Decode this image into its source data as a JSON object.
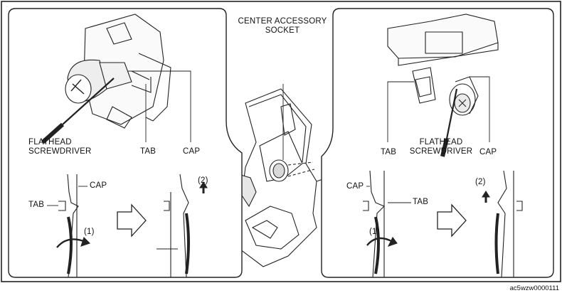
{
  "labels": {
    "center_socket_line1": "CENTER ACCESSORY",
    "center_socket_line2": "SOCKET",
    "left_flathead_line1": "FLATHEAD",
    "left_flathead_line2": "SCREWDRIVER",
    "left_tab": "TAB",
    "left_cap": "CAP",
    "left_detail_cap": "CAP",
    "left_detail_tab": "TAB",
    "left_step1": "(1)",
    "left_step2": "(2)",
    "right_tab": "TAB",
    "right_flathead_line1": "FLATHEAD",
    "right_flathead_line2": "SCREWDRIVER",
    "right_cap": "CAP",
    "right_detail_cap": "CAP",
    "right_detail_tab": "TAB",
    "right_step1": "(1)",
    "right_step2": "(2)"
  },
  "figure_code": "ac5wzw0000111"
}
